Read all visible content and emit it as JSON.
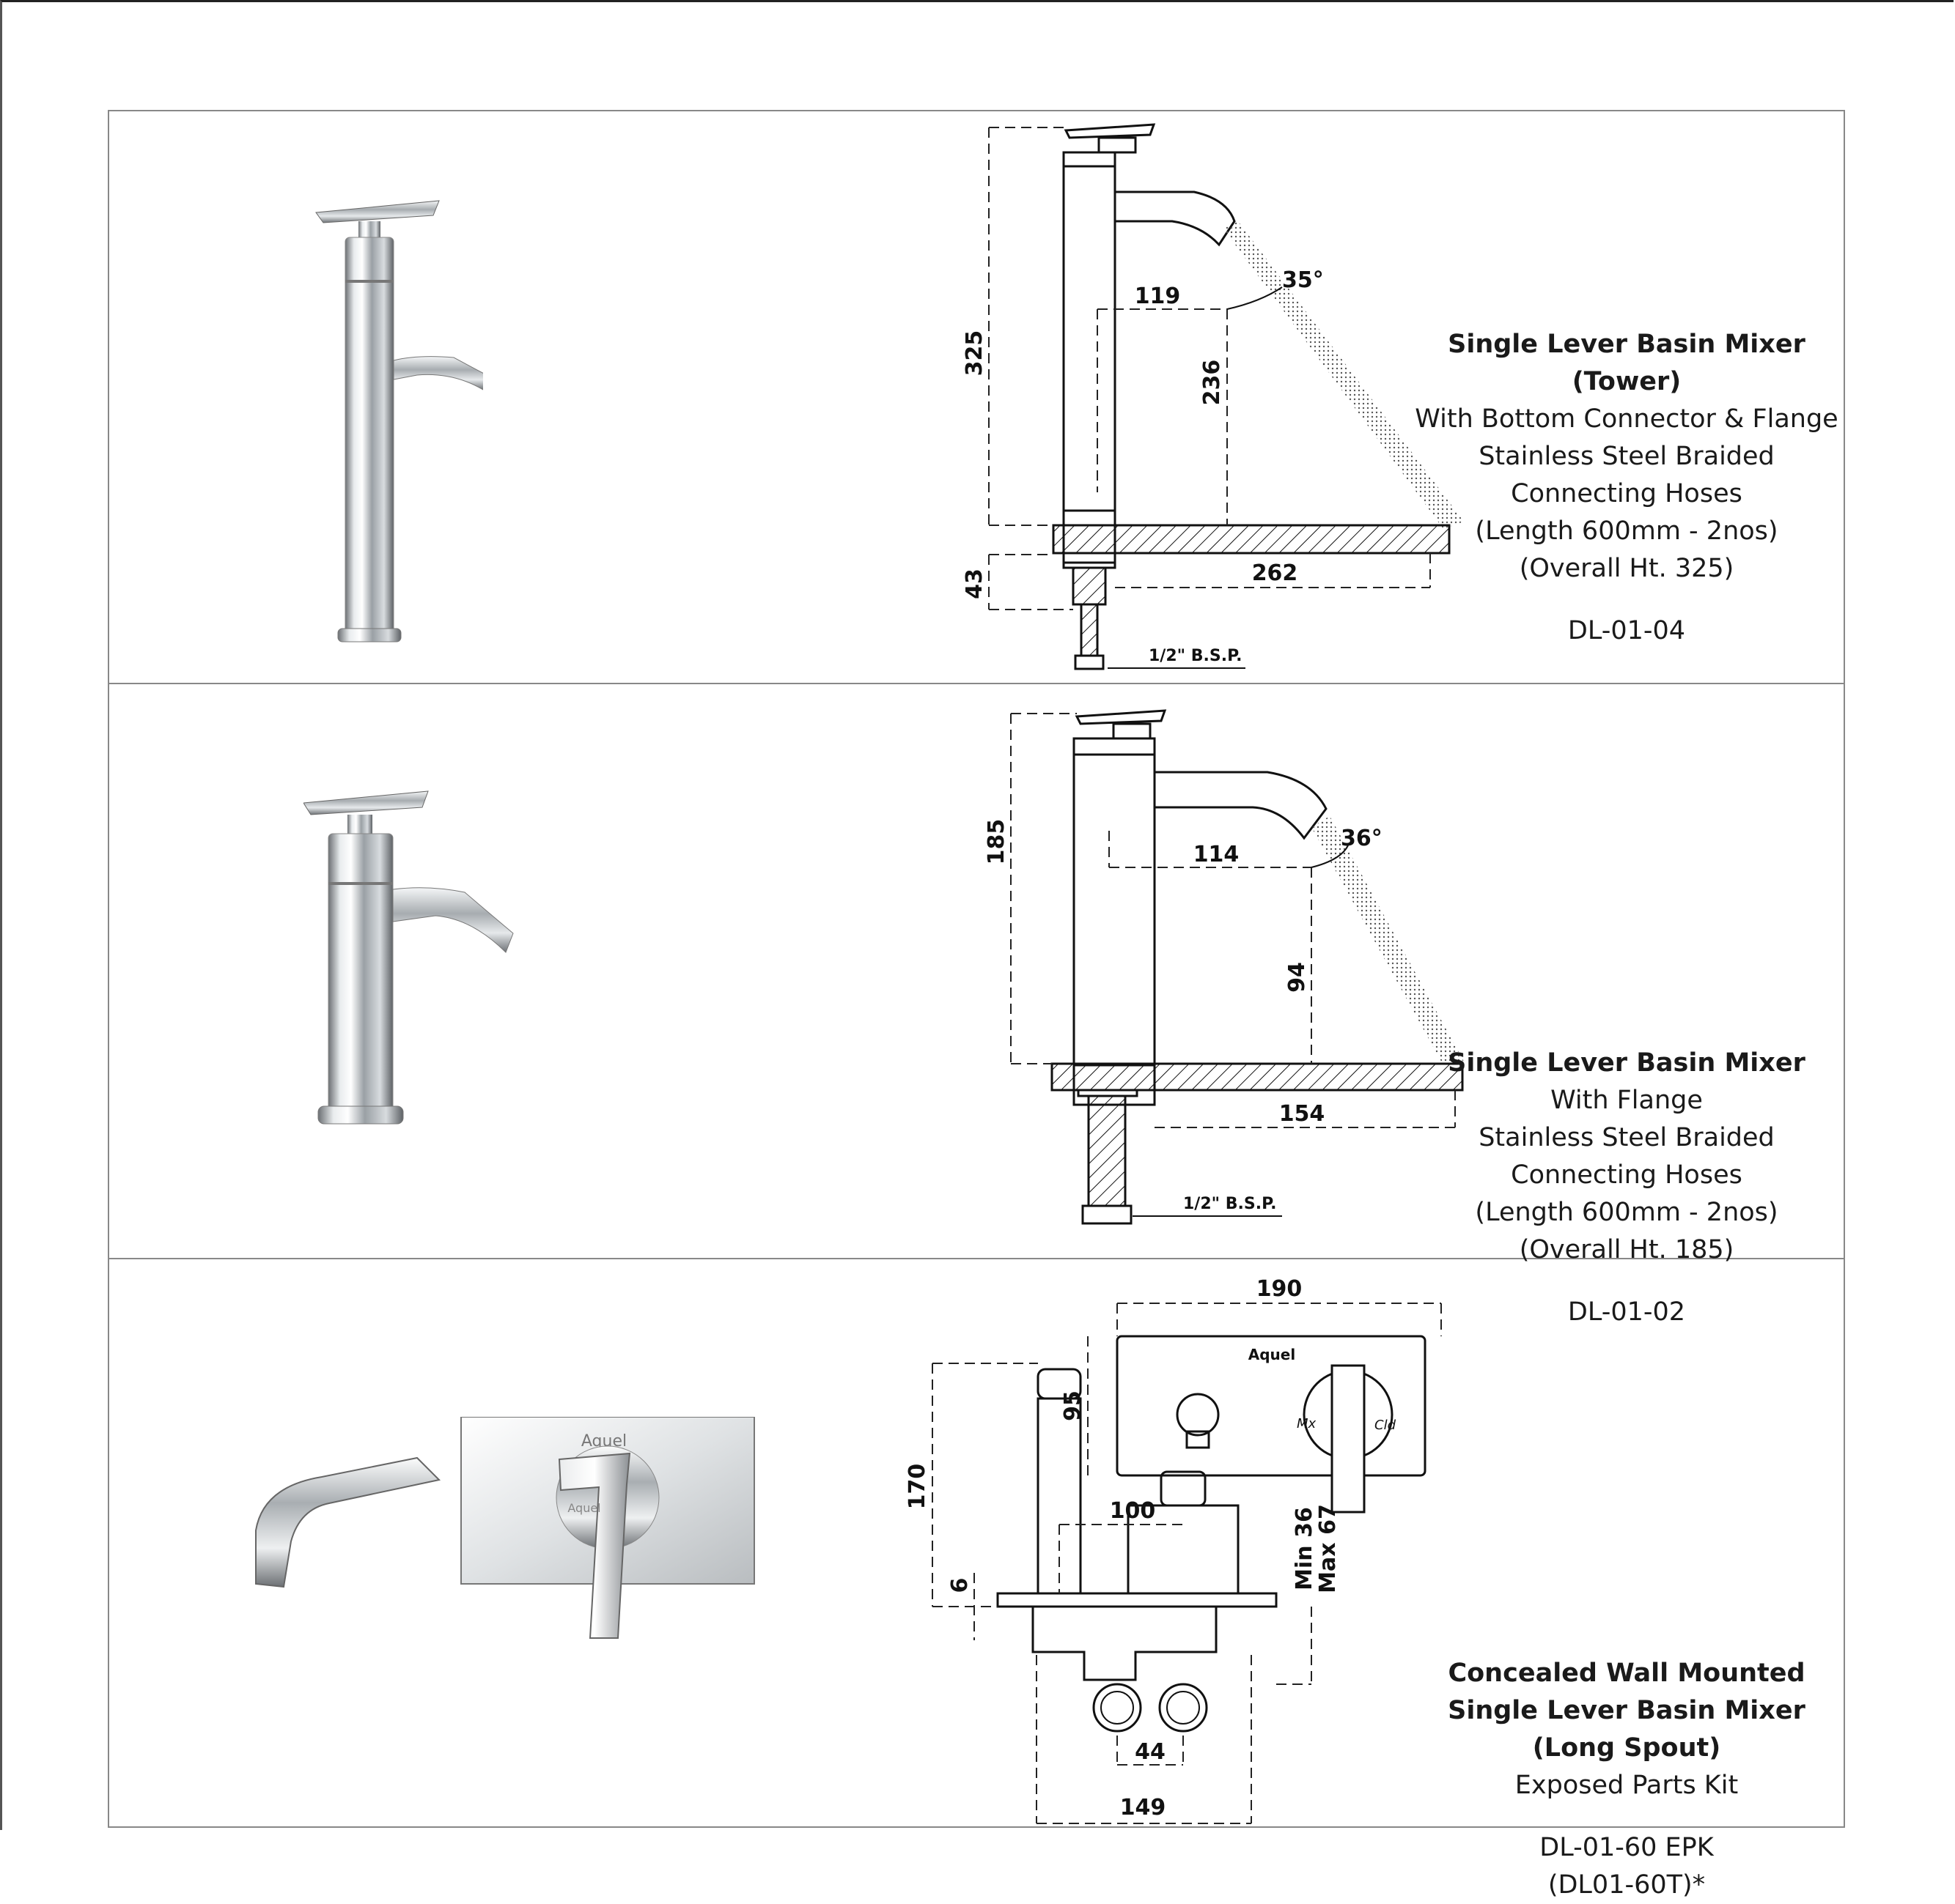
{
  "products": [
    {
      "title_lines": [
        "Single Lever Basin Mixer",
        "(Tower)"
      ],
      "detail_lines": [
        "With Bottom Connector & Flange",
        "Stainless Steel Braided",
        "Connecting Hoses",
        "(Length 600mm - 2nos)",
        "(Overall Ht. 325)"
      ],
      "code_lines": [
        "DL-01-04"
      ],
      "dimensions": {
        "overall_height": "325",
        "spout_height": "236",
        "spout_reach": "119",
        "angle": "35°",
        "connector": "43",
        "base_to_flow": "262",
        "thread": "1/2\" B.S.P."
      }
    },
    {
      "title_lines": [
        "Single Lever Basin Mixer"
      ],
      "detail_lines": [
        "With Flange",
        "Stainless Steel Braided",
        "Connecting Hoses",
        "(Length 600mm - 2nos)",
        "(Overall Ht. 185)"
      ],
      "code_lines": [
        "DL-01-02"
      ],
      "dimensions": {
        "overall_height": "185",
        "spout_height": "94",
        "spout_reach": "114",
        "angle": "36°",
        "base_to_flow": "154",
        "thread": "1/2\" B.S.P."
      }
    },
    {
      "title_lines": [
        "Concealed Wall Mounted",
        "Single Lever Basin Mixer",
        "(Long Spout)"
      ],
      "detail_lines": [
        "Exposed Parts Kit"
      ],
      "code_lines": [
        "DL-01-60 EPK",
        "(DL01-60T)*"
      ],
      "dimensions": {
        "plate_width": "190",
        "plate_height": "95",
        "spout_height": "170",
        "plate_thickness": "6",
        "spout_reach": "100",
        "wall_min": "Min 36",
        "wall_max": "Max 67",
        "inlet_spacing": "44",
        "body_width": "149"
      },
      "plate_labels": {
        "brand": "Aquel",
        "left_mark": "Mx",
        "right_mark": "Cld"
      }
    }
  ]
}
